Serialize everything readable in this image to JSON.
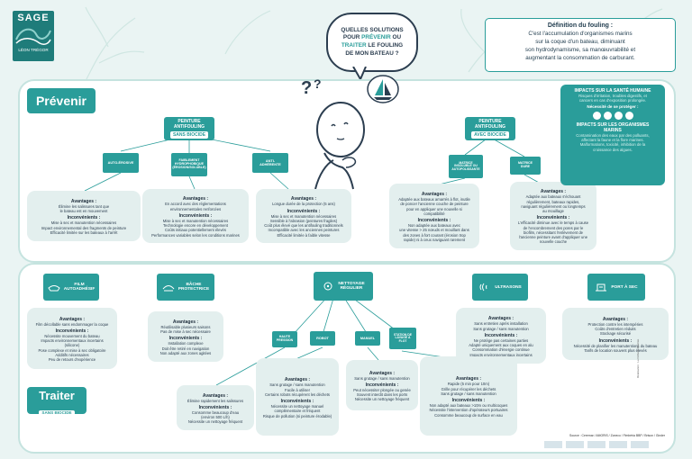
{
  "logo": {
    "name": "SAGE",
    "subtitle": "LÉON TRÉGOR"
  },
  "question": {
    "l1": "QUELLES SOLUTIONS",
    "l2a": "POUR ",
    "l2b": "PRÉVENIR",
    "l2c": " OU",
    "l3a": "TRAITER",
    "l3b": " LE FOULING",
    "l4": "DE MON BATEAU ?"
  },
  "definition": {
    "title": "Définition du fouling :",
    "lines": [
      "C'est l'accumulation d'organismes marins",
      "sur la coque d'un bateau, diminuant",
      "son hydrodynamisme, sa manœuvrabilité et",
      "augmentant la consommation de carburant."
    ]
  },
  "prevenir": {
    "title": "Prévenir",
    "sans": {
      "label": "PEINTURE\nANTIFOULING",
      "badge": "SANS BIOCIDE",
      "subs": [
        "AUTO-ÉROSIVE",
        "FAIBLEMENT\nHYDROPHOBIQUE\n(ÉROSION/SOLUBLE)",
        "ANTI-\nADHÉRENTE"
      ],
      "cards": [
        {
          "adv": [
            "Élimine les salissures tant que",
            "le bateau est en mouvement"
          ],
          "inc": [
            "Mise à sec et manutention nécessaires",
            "Impact environnemental des fragments de peinture",
            "Efficacité limitée sur les bateaux à l'arrêt"
          ]
        },
        {
          "adv": [
            "En accord avec des réglementations",
            "environnementales renforcées"
          ],
          "inc": [
            "Mise à sec et manutention nécessaires",
            "Technologie encore en développement",
            "Coûts initiaux potentiellement élevés",
            "Performances variables selon les conditions marines"
          ]
        },
        {
          "adv": [
            "Longue durée de la protection (5 ans)"
          ],
          "inc": [
            "Mise à sec et manutention nécessaires",
            "Sensible à l'abrasion (peintures fragiles)",
            "Coût plus élevé que les antifouling traditionnels",
            "Incompatible avec les anciennes peintures",
            "Efficacité limitée à faible vitesse"
          ]
        }
      ]
    },
    "avec": {
      "label": "PEINTURE\nANTIFOULING",
      "badge": "AVEC BIOCIDE",
      "subs": [
        "MATRICE\nINSOLUBLE OU\nAUTOPOLISSANTE",
        "MATRICE\nDURE"
      ],
      "cards": [
        {
          "adv": [
            "Adaptée aux bateaux amarrés à flot, inutile",
            "de poncer l'ancienne couche de peinture",
            "pour en appliquer une nouvelle si",
            "compatibilité"
          ],
          "inc": [
            "Non adaptée aux bateaux avec",
            "une vitesse > 25 nœuds et mouillant dans",
            "des zones à fort courant (érosion trop",
            "rapide) ni à ceux naviguant rarement"
          ]
        },
        {
          "adv": [
            "Adaptée aux bateaux s'échouant",
            "régulièrement, bateaux rapides,",
            "naviguant régulièrement ou longtemps",
            "au mouillage"
          ],
          "inc": [
            "L'efficacité diminue avec le temps à cause",
            "de l'encombrement des pores par le",
            "biofilm, nécessitant l'enlèvement de",
            "l'ancienne peinture avant d'appliquer une",
            "nouvelle couche"
          ]
        }
      ]
    }
  },
  "impacts": {
    "sante_title": "IMPACTS SUR LA SANTÉ HUMAINE",
    "sante_lines": [
      "Risques d'irritation, troubles digestifs, et",
      "cancers en cas d'exposition prolongée."
    ],
    "protect": "Nécessité de se protéger :",
    "org_title": "IMPACTS SUR LES ORGANISMES MARINS",
    "org_lines": [
      "Contamination des eaux par des polluants,",
      "affectant la faune et la flore marines.",
      "Malformations, toxicité, inhibition de la",
      "croissance des algues."
    ]
  },
  "traiter": {
    "title": "Traiter",
    "badge": "SANS BIOCIDE",
    "items": [
      {
        "label": "FILM\nAUTOADHÉSIF",
        "adv": [
          "Film décollable sans endommager la coque"
        ],
        "inc": [
          "Nécessite mouvement du bateau",
          "Impacts environnementaux incertains",
          "(silicone)",
          "Pose complexe et mise à sec obligatoire",
          "Additifs nécessaires",
          "Peu de retours d'expérience"
        ]
      },
      {
        "label": "BÂCHE\nPROTECTRICE",
        "adv": [
          "Réutilisable plusieurs saisons",
          "Pas de mise à sec nécessaire"
        ],
        "inc": [
          "Installation complexe",
          "Doit être retiré en navigation",
          "Non adapté aux zones agitées"
        ]
      },
      {
        "label": "NETTOYAGE\nRÉGULIER",
        "adv": [],
        "inc": []
      },
      {
        "label": "ULTRASONS",
        "adv": [
          "Sans entretien après installation",
          "Sans grutage / sans manutention"
        ],
        "inc": [
          "Ne protège pas certaines parties",
          "Adapté uniquement aux coques en alu",
          "Consommation d'énergie continue",
          "Impacts environnementaux incertains"
        ]
      },
      {
        "label": "PORT À SEC",
        "adv": [
          "Protection contre les intempéries",
          "Coûts d'entretien réduits",
          "Stockage sécurisé"
        ],
        "inc": [
          "Nécessité de planifier les manutentions du bateau",
          "Tarifs de location souvent plus élevés"
        ]
      }
    ],
    "nettoyage": {
      "subs": [
        "HAUTE\nPRESSION",
        "ROBOT",
        "MANUEL",
        "STATION DE\nLAVAGE À\nFLOT"
      ],
      "cards": [
        {
          "adv": [
            "Élimine rapidement les salissures"
          ],
          "inc": [
            "Consomme beaucoup d'eau",
            "(environ 500 L/h)",
            "Nécessite un nettoyage fréquent"
          ]
        },
        {
          "adv": [
            "Sans grutage / sans manutention",
            "Facile à utiliser",
            "Certains robots récupèrent les déchets"
          ],
          "inc": [
            "Nécessite un nettoyage manuel",
            "complémentaire et fréquent",
            "Risque de pollution (si peinture érodable)"
          ]
        },
        {
          "adv": [
            "Sans grutage / sans manutention"
          ],
          "inc": [
            "Peut nécessiter plongée ou genée",
            "Souvent interdit dans les ports",
            "Nécessite un nettoyage fréquent"
          ]
        },
        {
          "adv": [
            "Rapide (5 min pour 10m)",
            "Grille pour récupérer les déchets",
            "Sans grutage / sans manutention"
          ],
          "inc": [
            "Non adapté aux bateaux >10m ou multicoques",
            "Nécessite l'intervention d'opérateurs portuaires",
            "Consomme beaucoup de surface en eau"
          ]
        }
      ]
    }
  },
  "labels": {
    "adv": "Avantages :",
    "inc": "Inconvénients :"
  },
  "source": "Source : Ceremar / AMORIS / Zoneco / Fimbéria BBP / Brison / Ginder",
  "credit": "Réalisation : La Drôlerie Illustrée",
  "colors": {
    "teal": "#2a9d9a",
    "dark": "#1f6f6d",
    "panel": "#ffffff",
    "bg": "#eaf4f3"
  }
}
